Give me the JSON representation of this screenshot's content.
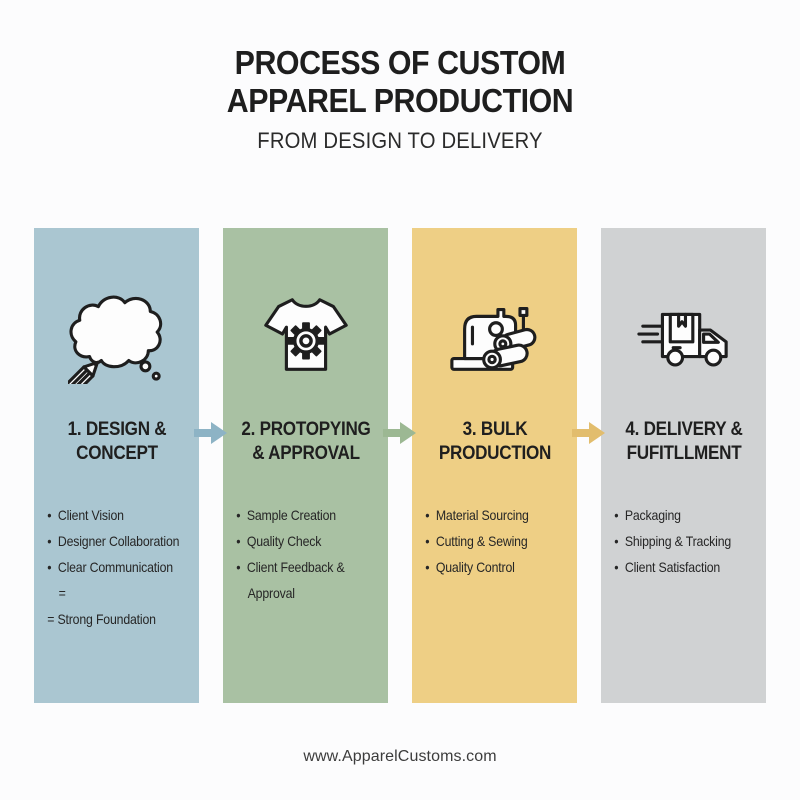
{
  "header": {
    "title": "PROCESS OF CUSTOM\nAPPAREL PRODUCTION",
    "subtitle": "FROM DESIGN TO DELIVERY"
  },
  "steps": [
    {
      "heading": "1. DESIGN &\nCONCEPT",
      "icon": "pencil-thought-bubble-icon",
      "bg_color": "#aac6d1",
      "arrow_color": "#8db3c5",
      "bullets": [
        {
          "text": "Client Vision",
          "bullet": true
        },
        {
          "text": "Designer Collaboration",
          "bullet": true
        },
        {
          "text": "Clear Communication =",
          "bullet": true
        },
        {
          "text": "= Strong Foundation",
          "bullet": false
        }
      ]
    },
    {
      "heading": "2. PROTOPYING\n& APPROVAL",
      "icon": "tshirt-gear-icon",
      "bg_color": "#a9c1a3",
      "arrow_color": "#9cb893",
      "bullets": [
        {
          "text": "Sample Creation",
          "bullet": true
        },
        {
          "text": "Quality Check",
          "bullet": true
        },
        {
          "text": "Client Feedback &\nApproval",
          "bullet": true
        }
      ]
    },
    {
      "heading": "3. BULK\nPRODUCTION",
      "icon": "sewing-machine-icon",
      "bg_color": "#eecf85",
      "arrow_color": "#e2bd6d",
      "bullets": [
        {
          "text": "Material Sourcing",
          "bullet": true
        },
        {
          "text": "Cutting & Sewing",
          "bullet": true
        },
        {
          "text": "Quality Control",
          "bullet": true
        }
      ]
    },
    {
      "heading": "4. DELIVERY &\nFUFITLLMENT",
      "icon": "delivery-truck-icon",
      "bg_color": "#d0d2d3",
      "bullets": [
        {
          "text": "Packaging",
          "bullet": true
        },
        {
          "text": "Shipping & Tracking",
          "bullet": true
        },
        {
          "text": "Client Satisfaction",
          "bullet": true
        }
      ]
    }
  ],
  "footer": {
    "website": "www.ApparelCustoms.com"
  },
  "colors": {
    "background": "#fcfcfd",
    "title_text": "#1e1e1e",
    "body_text": "#262626",
    "icon_stroke": "#1e1e1e",
    "icon_fill": "#fdfdfd"
  }
}
